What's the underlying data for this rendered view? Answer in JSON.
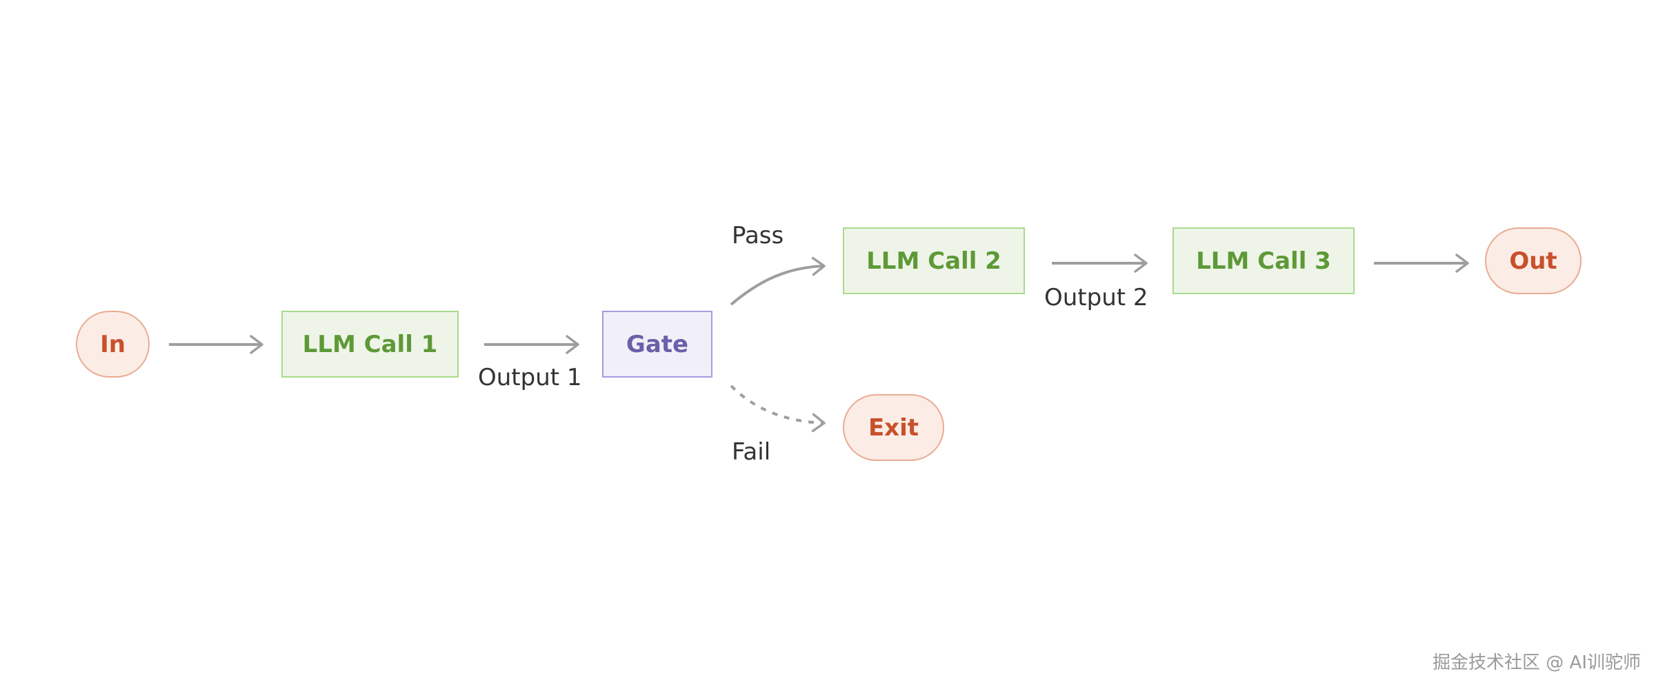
{
  "nodes": {
    "in": "In",
    "llm_call_1": "LLM Call 1",
    "gate": "Gate",
    "llm_call_2": "LLM Call 2",
    "llm_call_3": "LLM Call 3",
    "out": "Out",
    "exit": "Exit"
  },
  "edge_labels": {
    "output_1": "Output 1",
    "pass": "Pass",
    "fail": "Fail",
    "output_2": "Output 2"
  },
  "watermark": "掘金技术社区 @ AI训驼师",
  "colors": {
    "terminal_fill": "#fbece6",
    "terminal_border": "#e9ab92",
    "terminal_text": "#c8502b",
    "llm_fill": "#eef5e8",
    "llm_border": "#a9d98d",
    "llm_text": "#5e9937",
    "gate_fill": "#f1f0f8",
    "gate_border": "#a79bde",
    "gate_text": "#6a5fa9",
    "arrow": "#9e9e9e"
  }
}
